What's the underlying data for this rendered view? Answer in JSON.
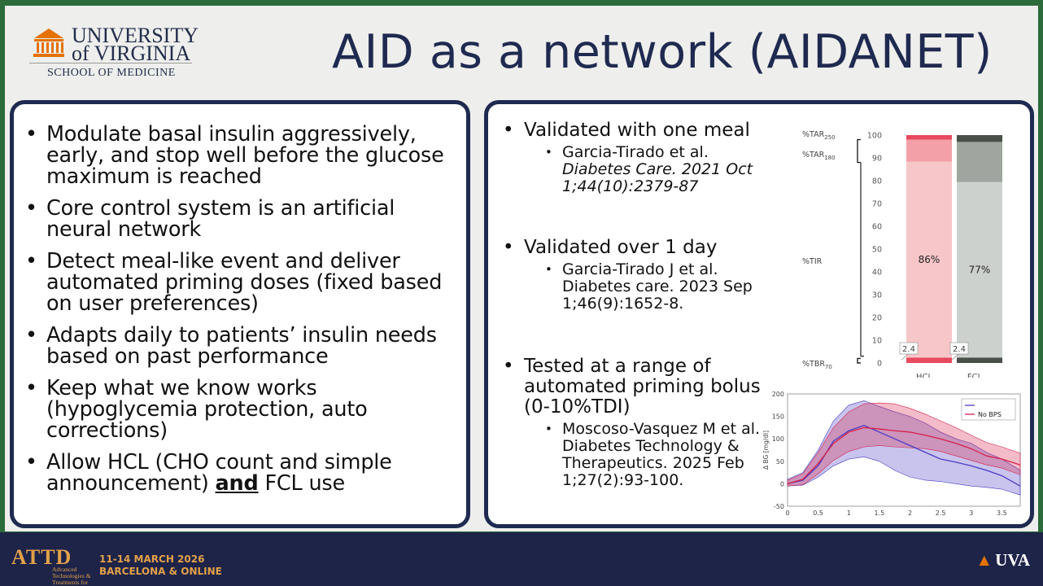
{
  "logo": {
    "line1": "UNIVERSITY",
    "line2": "of VIRGINIA",
    "line3": "SCHOOL OF MEDICINE"
  },
  "title": "AID as a network (AIDANET)",
  "left_bullets": [
    "Modulate basal insulin aggressively, early, and stop well before the glucose maximum is reached",
    "Core control system is an artificial neural network",
    "Detect meal-like event and deliver automated priming doses (fixed based on user preferences)",
    "Adapts daily to patients’ insulin needs based on past performance",
    "Keep what we know works (hypoglycemia protection, auto corrections)"
  ],
  "left_last": {
    "pre": "Allow HCL (CHO count and simple announcement) ",
    "and": "and",
    "post": " FCL use"
  },
  "right_items": [
    {
      "heading": "Validated with one meal",
      "ref_plain": "Garcia-Tirado et al.",
      "ref_italic": "Diabetes Care. 2021 Oct 1;44(10):2379-87"
    },
    {
      "heading": "Validated over 1 day",
      "ref_plain": "Garcia-Tirado J et al. Diabetes care. 2023 Sep 1;46(9):1652-8.",
      "ref_italic": ""
    },
    {
      "heading": "Tested at a range of automated priming bolus (0-10%TDI)",
      "ref_plain": "Moscoso-Vasquez M et al. Diabetes Technology & Therapeutics. 2025 Feb 1;27(2):93-100.",
      "ref_italic": ""
    }
  ],
  "chart_data": [
    {
      "type": "bar",
      "stacked": true,
      "categories": [
        "HCL",
        "FCL"
      ],
      "ylim": [
        0,
        100
      ],
      "yticks": [
        0,
        10,
        20,
        30,
        40,
        50,
        60,
        70,
        80,
        90,
        100
      ],
      "segments": [
        "%TBR70",
        "%TIR",
        "%TAR180",
        "%TAR250"
      ],
      "segment_labels": [
        {
          "base": "%TAR",
          "sub": "250"
        },
        {
          "base": "%TAR",
          "sub": "180"
        },
        {
          "base": "%TIR",
          "sub": ""
        },
        {
          "base": "%TBR",
          "sub": "70"
        }
      ],
      "series": [
        {
          "name": "HCL",
          "values": [
            2.4,
            86,
            9.6,
            2
          ]
        },
        {
          "name": "FCL",
          "values": [
            2.4,
            77,
            17.6,
            3
          ]
        }
      ],
      "value_labels": {
        "tir": [
          "86%",
          "77%"
        ],
        "tbr": [
          "2.4",
          "2.4"
        ]
      },
      "colors": {
        "HCL": [
          "#e84a5f",
          "#f7c6c9",
          "#f3a0a8",
          "#e84a5f"
        ],
        "FCL": [
          "#4a4f4a",
          "#cdd1cd",
          "#a0a5a0",
          "#4a4f4a"
        ]
      }
    },
    {
      "type": "area",
      "ylabel": "Δ BG [mg/dl]",
      "xlim": [
        0,
        3.8
      ],
      "ylim": [
        -50,
        200
      ],
      "xticks": [
        0,
        0.5,
        1,
        1.5,
        2,
        2.5,
        3,
        3.5
      ],
      "yticks": [
        -50,
        0,
        50,
        100,
        150,
        200
      ],
      "series": [
        {
          "name": "",
          "color": "#4a3bc4",
          "x": [
            0,
            0.25,
            0.5,
            0.75,
            1.0,
            1.25,
            1.5,
            1.75,
            2.0,
            2.25,
            2.5,
            2.75,
            3.0,
            3.25,
            3.5,
            3.8
          ],
          "mean": [
            0,
            8,
            40,
            95,
            118,
            130,
            115,
            100,
            85,
            70,
            55,
            48,
            40,
            30,
            18,
            -5
          ],
          "low": [
            -5,
            -3,
            15,
            40,
            55,
            60,
            50,
            30,
            15,
            8,
            5,
            0,
            -5,
            -8,
            -12,
            -25
          ],
          "high": [
            10,
            25,
            75,
            140,
            175,
            185,
            172,
            160,
            150,
            135,
            115,
            100,
            90,
            70,
            55,
            30
          ]
        },
        {
          "name": "No BPS",
          "color": "#d6204a",
          "x": [
            0,
            0.25,
            0.5,
            0.75,
            1.0,
            1.25,
            1.5,
            1.75,
            2.0,
            2.25,
            2.5,
            2.75,
            3.0,
            3.25,
            3.5,
            3.8
          ],
          "mean": [
            0,
            10,
            45,
            90,
            115,
            125,
            122,
            118,
            115,
            108,
            100,
            90,
            78,
            62,
            55,
            42
          ],
          "low": [
            -5,
            -2,
            22,
            52,
            72,
            82,
            85,
            82,
            80,
            78,
            72,
            62,
            52,
            42,
            35,
            20
          ],
          "high": [
            8,
            22,
            70,
            125,
            160,
            178,
            180,
            178,
            168,
            155,
            140,
            125,
            108,
            92,
            82,
            68
          ]
        }
      ],
      "legend": "top-right"
    }
  ],
  "footer": {
    "att": "ATTD",
    "att_sub": "Advanced Technologies & Treatments for Diabetes",
    "date_line1": "11-14 MARCH 2026",
    "date_line2": "BARCELONA & ONLINE",
    "uva": "UVA"
  }
}
